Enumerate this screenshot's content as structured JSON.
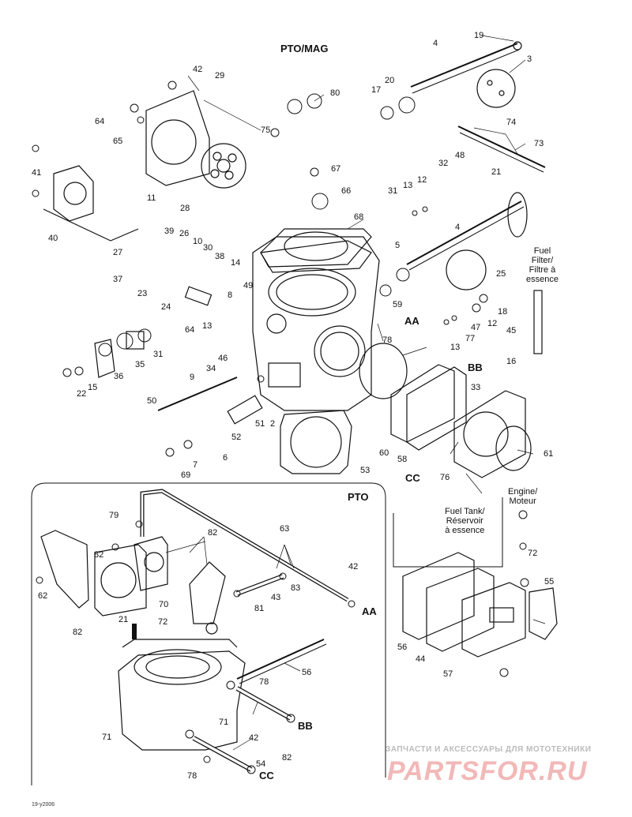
{
  "titles": {
    "pto_mag": "PTO/MAG",
    "pto": "PTO"
  },
  "section_refs": {
    "aa": "AA",
    "bb": "BB",
    "cc": "CC"
  },
  "notes": {
    "fuel_filter": [
      "Fuel",
      "Filter/",
      "Filtre à",
      "essence"
    ],
    "engine": [
      "Engine/",
      "Moteur"
    ],
    "fuel_tank": [
      "Fuel Tank/",
      "Réservoir",
      "à essence"
    ]
  },
  "callouts": [
    "19",
    "4",
    "3",
    "20",
    "17",
    "42",
    "29",
    "80",
    "64",
    "65",
    "75",
    "74",
    "73",
    "41",
    "67",
    "32",
    "48",
    "21",
    "12",
    "13",
    "31",
    "66",
    "11",
    "28",
    "68",
    "40",
    "4",
    "39",
    "26",
    "10",
    "27",
    "30",
    "37",
    "38",
    "14",
    "49",
    "5",
    "25",
    "23",
    "24",
    "8",
    "59",
    "18",
    "64",
    "13",
    "12",
    "47",
    "31",
    "13",
    "77",
    "45",
    "36",
    "46",
    "35",
    "34",
    "9",
    "78",
    "16",
    "15",
    "22",
    "33",
    "50",
    "51",
    "2",
    "52",
    "60",
    "58",
    "61",
    "6",
    "7",
    "69",
    "53",
    "76",
    "79",
    "63",
    "82",
    "42",
    "82",
    "83",
    "70",
    "43",
    "62",
    "82",
    "81",
    "21",
    "72",
    "56",
    "78",
    "71",
    "71",
    "72",
    "42",
    "82",
    "78",
    "54",
    "55",
    "56",
    "44",
    "57"
  ],
  "figure_ref": "19-y2006",
  "watermark": {
    "caption": "ЗАПЧАСТИ И АКСЕССУАРЫ ДЛЯ МОТОТЕХНИКИ",
    "logo": "PARTSFOR.RU"
  }
}
